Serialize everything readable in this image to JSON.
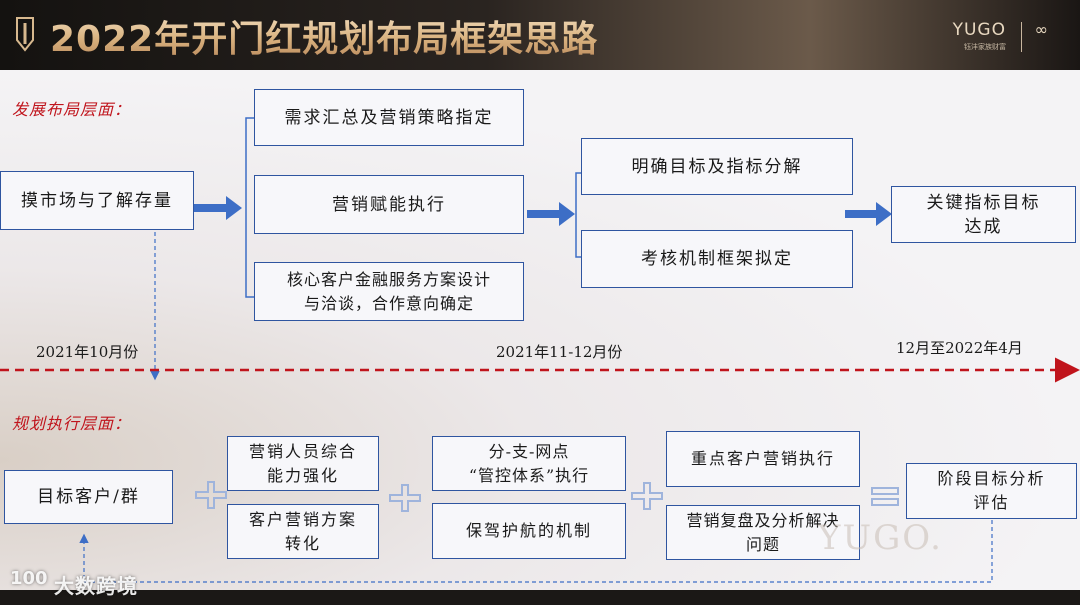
{
  "header": {
    "title": "2022年开门红规划布局框架思路",
    "brand_name": "YUGO",
    "brand_subtitle": "钰沣家族财富"
  },
  "sections": {
    "development_label": "发展布局层面：",
    "execution_label": "规划执行层面："
  },
  "development": {
    "start": "摸市场与了解存量",
    "phase2": [
      "需求汇总及营销策略指定",
      "营销赋能执行",
      "核心客户金融服务方案设计\n与洽谈，合作意向确定"
    ],
    "phase3": [
      "明确目标及指标分解",
      "考核机制框架拟定"
    ],
    "end": "关键指标目标\n达成"
  },
  "timeline": {
    "t1": "2021年10月份",
    "t2": "2021年11-12月份",
    "t3": "12月至2022年4月"
  },
  "execution": {
    "target": "目标客户/群",
    "group1": [
      "营销人员综合\n能力强化",
      "客户营销方案\n转化"
    ],
    "group2": [
      "分-支-网点\n“管控体系”执行",
      "保驾护航的机制"
    ],
    "group3": [
      "重点客户营销执行",
      "营销复盘及分析解决\n问题"
    ],
    "result": "阶段目标分析\n评估"
  },
  "watermark": {
    "logo": "YUGO.",
    "platform": "大数跨境"
  },
  "colors": {
    "box_border": "#2f55a0",
    "arrow": "#3d6ec6",
    "red_line": "#c0141c",
    "plus": "#9fb4dc"
  }
}
